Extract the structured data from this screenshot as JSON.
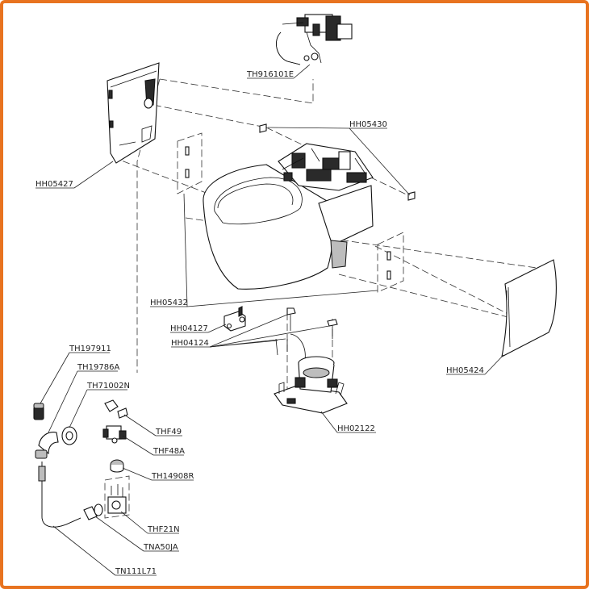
{
  "diagram": {
    "parts": [
      {
        "id": "th916101e",
        "code": "TH916101E"
      },
      {
        "id": "hh05430",
        "code": "HH05430"
      },
      {
        "id": "hh05427",
        "code": "HH05427"
      },
      {
        "id": "hh05432",
        "code": "HH05432"
      },
      {
        "id": "hh04127",
        "code": "HH04127"
      },
      {
        "id": "hh04124",
        "code": "HH04124"
      },
      {
        "id": "hh05424",
        "code": "HH05424"
      },
      {
        "id": "th197911",
        "code": "TH197911"
      },
      {
        "id": "th19786a",
        "code": "TH19786A"
      },
      {
        "id": "th71002n",
        "code": "TH71002N"
      },
      {
        "id": "thf49",
        "code": "THF49"
      },
      {
        "id": "thf48a",
        "code": "THF48A"
      },
      {
        "id": "th14908r",
        "code": "TH14908R"
      },
      {
        "id": "hh02122",
        "code": "HH02122"
      },
      {
        "id": "thf21n",
        "code": "THF21N"
      },
      {
        "id": "tna50ja",
        "code": "TNA50JA"
      },
      {
        "id": "tn111l71",
        "code": "TN111L71"
      }
    ]
  }
}
